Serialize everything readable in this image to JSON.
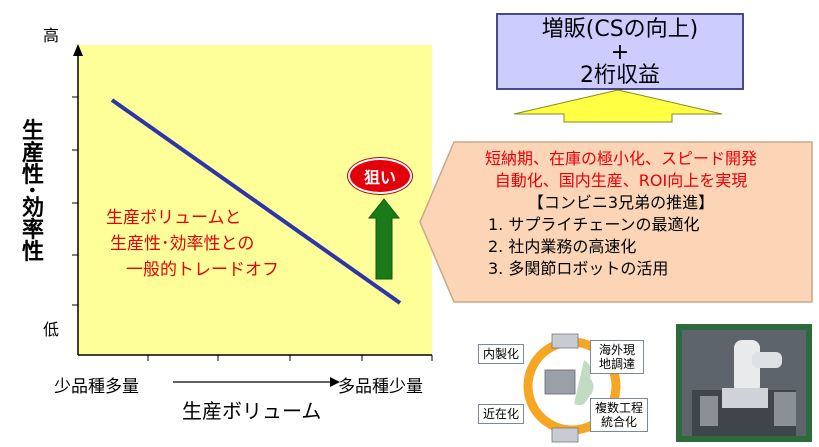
{
  "chart": {
    "y_axis_label": "生産性･効率性",
    "y_high": "高",
    "y_low": "低",
    "x_left": "少品種多量",
    "x_right": "多品種少量",
    "x_axis_label": "生産ボリューム",
    "tradeoff_lines": [
      "生産ボリュームと",
      "生産性･効率性との",
      "一般的トレードオフ"
    ],
    "target_badge": "狙い",
    "colors": {
      "plot_bg": "#ffff99",
      "trend_line": "#2e35a8",
      "up_arrow": "#1a7a1a",
      "accent_red": "#e8000a"
    }
  },
  "goal": {
    "lines": [
      "増販(CSの向上)",
      "+",
      "2桁収益"
    ],
    "colors": {
      "box_bg": "#ccccff",
      "arrow": "#ffff44"
    }
  },
  "strategy": {
    "red_lines": [
      "短納期、在庫の極小化、スピード開発",
      "自動化、国内生産、ROI向上を実現"
    ],
    "heading": "【コンビニ3兄弟の推進】",
    "items": [
      "1.  サプライチェーンの最適化",
      "2.  社内業務の高速化",
      "3.  多関節ロボットの活用"
    ],
    "colors": {
      "callout_bg": "#fbd5b5",
      "callout_border": "#c8a888"
    }
  },
  "cycle": {
    "labels": [
      "内製化",
      "海外現地調達",
      "近在化",
      "複数工程統合化"
    ],
    "colors": {
      "ring": "#f5a623"
    }
  },
  "photo": {
    "icon": "robot-arm-photo"
  }
}
